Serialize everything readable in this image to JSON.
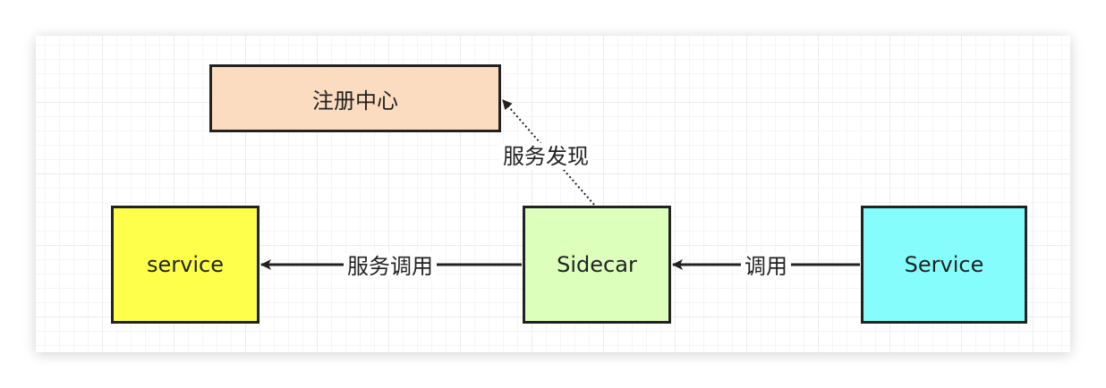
{
  "nodes": {
    "registry": {
      "label": "注册中心",
      "fill": "#fcdcc0"
    },
    "service_lower": {
      "label": "service",
      "fill": "#fdff4a"
    },
    "sidecar": {
      "label": "Sidecar",
      "fill": "#dcffbc"
    },
    "service_upper": {
      "label": "Service",
      "fill": "#86fdfd"
    }
  },
  "edges": {
    "discovery": {
      "label": "服务发现",
      "from": "Sidecar",
      "to": "注册中心",
      "style": "dotted"
    },
    "call_service": {
      "label": "服务调用",
      "from": "Sidecar",
      "to": "service",
      "style": "solid"
    },
    "call_sidecar": {
      "label": "调用",
      "from": "Service",
      "to": "Sidecar",
      "style": "solid"
    }
  }
}
